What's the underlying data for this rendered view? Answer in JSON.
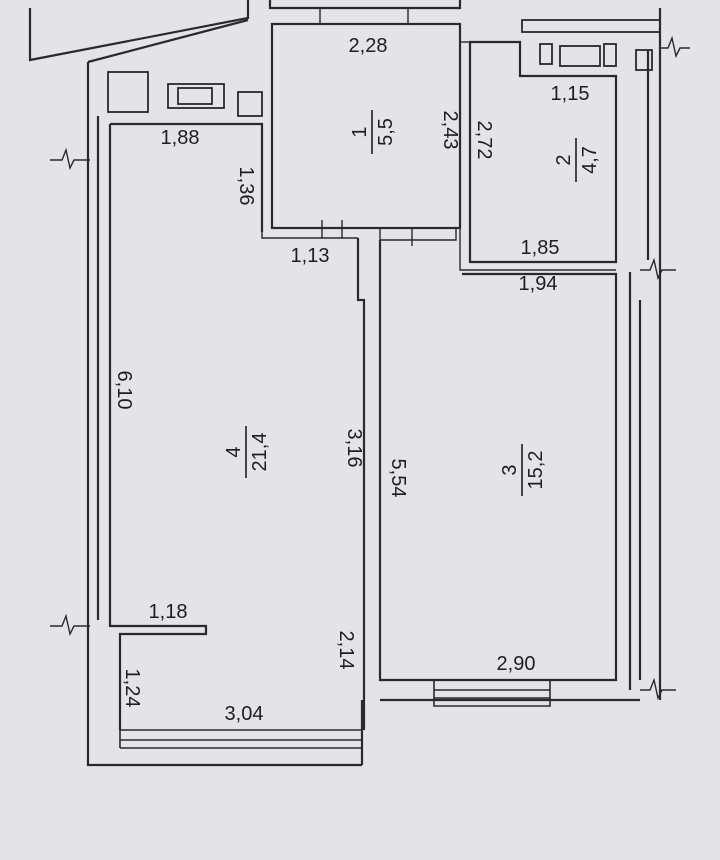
{
  "floor_plan": {
    "rooms": [
      {
        "number": "1",
        "area": "5,5"
      },
      {
        "number": "2",
        "area": "4,7"
      },
      {
        "number": "3",
        "area": "15,2"
      },
      {
        "number": "4",
        "area": "21,4"
      }
    ],
    "dimensions": [
      "2,28",
      "2,43",
      "1,13",
      "1,36",
      "1,88",
      "1,15",
      "2,72",
      "1,85",
      "1,94",
      "5,54",
      "2,90",
      "6,10",
      "3,16",
      "1,18",
      "1,24",
      "2,14",
      "3,04"
    ]
  }
}
